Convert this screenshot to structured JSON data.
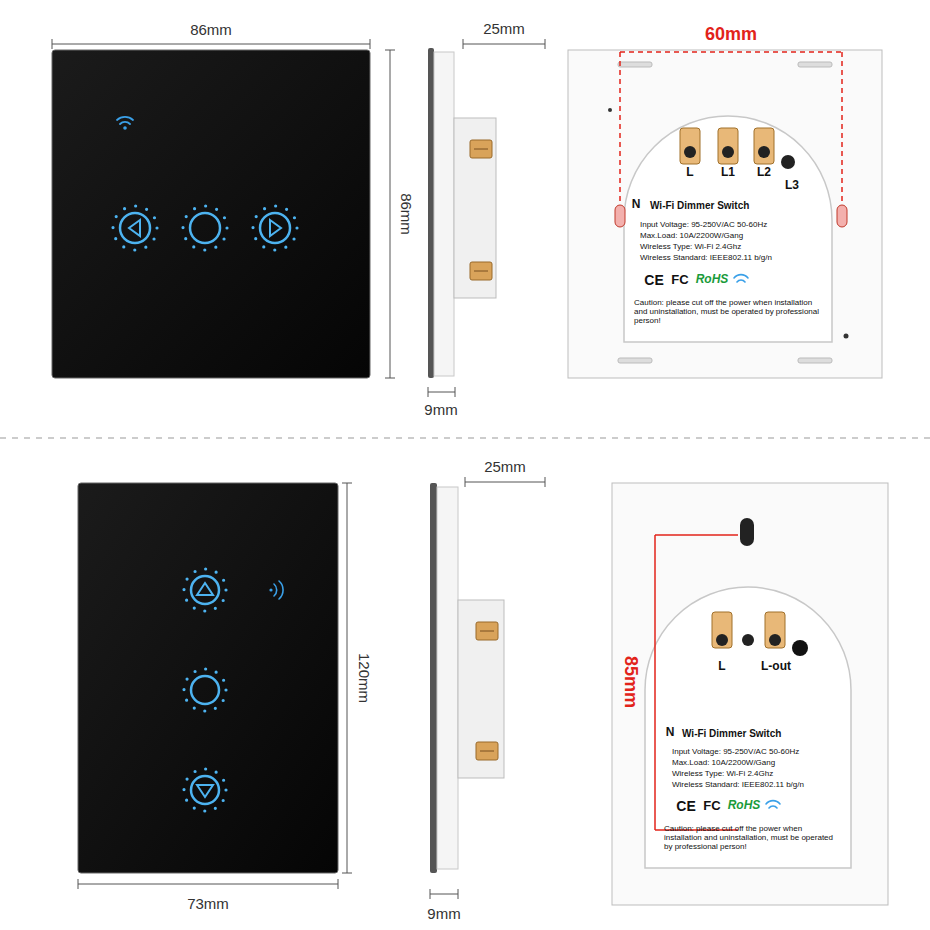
{
  "diagram": {
    "labels": [
      "86mm",
      "86mm",
      "25mm",
      "9mm",
      "60mm",
      "L",
      "L1",
      "L2",
      "L3",
      "N",
      "Wi-Fi Dimmer Switch",
      "Input Voltage: 95-250V/AC 50-60Hz",
      "Max.Load: 10A/2200W/Gang",
      "Wireless Type: Wi-Fi 2.4Ghz",
      "Wireless Standard: IEEE802.11 b/g/n",
      "CE",
      "FC",
      "RoHS",
      "Caution: please cut off the power when installation and uninstallation, must be operated by professional person!",
      "25mm",
      "120mm",
      "73mm",
      "9mm",
      "85mm",
      "L",
      "L-out",
      "N",
      "Wi-Fi Dimmer Switch",
      "Input Voltage: 95-250V/AC 50-60Hz",
      "Max.Load: 10A/2200W/Gang",
      "Wireless Type: Wi-Fi 2.4Ghz",
      "Wireless Standard: IEEE802.11 b/g/n",
      "CE",
      "FC",
      "RoHS",
      "Caution: please cut off the power when installation and uninstallation, must be operated by professional person!"
    ]
  }
}
